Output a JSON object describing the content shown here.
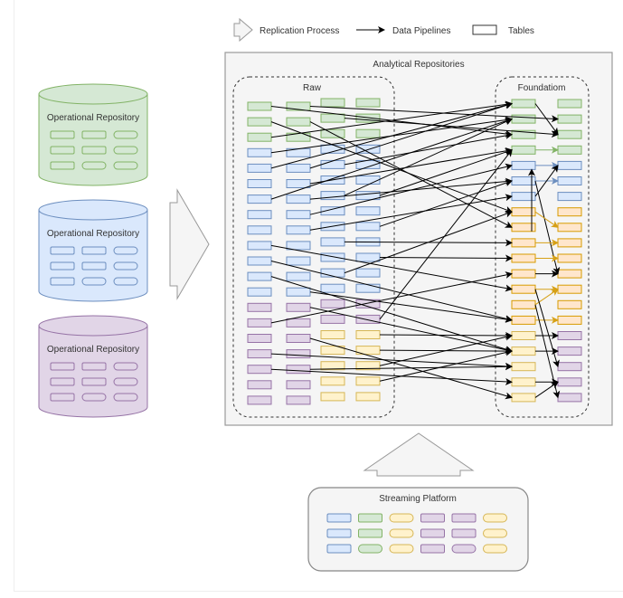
{
  "legend": {
    "replication_label": "Replication Process",
    "pipelines_label": "Data Pipelines",
    "tables_label": "Tables"
  },
  "colors": {
    "green_fill": "#d5e8d4",
    "green_stroke": "#82b366",
    "blue_fill": "#dae8fc",
    "blue_stroke": "#6c8ebf",
    "purple_fill": "#e1d5e7",
    "purple_stroke": "#9673a6",
    "yellow_fill": "#fff2cc",
    "yellow_stroke": "#d6b656",
    "orange_fill": "#ffe6cc",
    "orange_stroke": "#d79b00",
    "arrow_dark": "#000000",
    "arrow_orange": "#d6a016",
    "arrow_blue": "#6c8ebf",
    "arrow_green": "#82b366"
  },
  "operational_repositories": [
    {
      "label": "Operational Repository",
      "color": "green"
    },
    {
      "label": "Operational Repository",
      "color": "blue"
    },
    {
      "label": "Operational Repository",
      "color": "purple"
    }
  ],
  "analytical": {
    "title": "Analytical Repositories",
    "raw": {
      "title": "Raw",
      "columns": [
        [
          "green",
          "green",
          "green",
          "blue",
          "blue",
          "blue",
          "blue",
          "blue",
          "blue",
          "blue",
          "blue",
          "blue",
          "blue",
          "purple",
          "purple",
          "purple",
          "purple",
          "purple",
          "purple",
          "purple"
        ],
        [
          "green",
          "green",
          "green",
          "blue",
          "blue",
          "blue",
          "blue",
          "blue",
          "blue",
          "blue",
          "blue",
          "blue",
          "blue",
          "purple",
          "purple",
          "purple",
          "purple",
          "purple",
          "purple",
          "purple"
        ],
        [
          "green",
          "green",
          "green",
          "blue",
          "blue",
          "blue",
          "blue",
          "blue",
          "blue",
          "blue",
          "blue",
          "blue",
          "blue",
          "purple",
          "purple",
          "yellow",
          "yellow",
          "yellow",
          "yellow",
          "yellow"
        ],
        [
          "green",
          "green",
          "green",
          "blue",
          "blue",
          "blue",
          "blue",
          "blue",
          "blue",
          "blue",
          "blue",
          "blue",
          "blue",
          "purple",
          "purple",
          "yellow",
          "yellow",
          "yellow",
          "yellow",
          "yellow"
        ]
      ]
    },
    "foundation": {
      "title": "Foundatiom",
      "columns": [
        [
          "green",
          "green",
          "green",
          "green",
          "blue",
          "blue",
          "blue",
          "orange",
          "orange",
          "orange",
          "orange",
          "orange",
          "orange",
          "orange",
          "orange",
          "yellow",
          "yellow",
          "yellow",
          "yellow",
          "yellow"
        ],
        [
          "green",
          "green",
          "green",
          "green",
          "blue",
          "blue",
          "blue",
          "orange",
          "orange",
          "orange",
          "orange",
          "orange",
          "orange",
          "orange",
          "orange",
          "purple",
          "purple",
          "purple",
          "purple",
          "purple"
        ]
      ]
    },
    "pipelines": [
      {
        "from": [
          "raw",
          0,
          0
        ],
        "to": [
          "fnd",
          0,
          2
        ]
      },
      {
        "from": [
          "raw",
          0,
          1
        ],
        "to": [
          "fnd",
          0,
          7
        ]
      },
      {
        "from": [
          "raw",
          0,
          2
        ],
        "to": [
          "fnd",
          0,
          0
        ]
      },
      {
        "from": [
          "raw",
          0,
          3
        ],
        "to": [
          "fnd",
          0,
          1
        ]
      },
      {
        "from": [
          "raw",
          0,
          4
        ],
        "to": [
          "fnd",
          0,
          0
        ]
      },
      {
        "from": [
          "raw",
          0,
          6
        ],
        "to": [
          "fnd",
          0,
          1
        ]
      },
      {
        "from": [
          "raw",
          0,
          9
        ],
        "to": [
          "fnd",
          0,
          12
        ]
      },
      {
        "from": [
          "raw",
          0,
          10
        ],
        "to": [
          "fnd",
          0,
          14
        ]
      },
      {
        "from": [
          "raw",
          0,
          11
        ],
        "to": [
          "fnd",
          0,
          16
        ]
      },
      {
        "from": [
          "raw",
          0,
          14
        ],
        "to": [
          "fnd",
          0,
          11
        ]
      },
      {
        "from": [
          "raw",
          0,
          16
        ],
        "to": [
          "fnd",
          0,
          17
        ]
      },
      {
        "from": [
          "raw",
          0,
          17
        ],
        "to": [
          "fnd",
          0,
          18
        ]
      },
      {
        "from": [
          "raw",
          1,
          0
        ],
        "to": [
          "fnd",
          1,
          1
        ]
      },
      {
        "from": [
          "raw",
          1,
          1
        ],
        "to": [
          "fnd",
          0,
          8
        ]
      },
      {
        "from": [
          "raw",
          1,
          4
        ],
        "to": [
          "fnd",
          0,
          0
        ]
      },
      {
        "from": [
          "raw",
          1,
          5
        ],
        "to": [
          "fnd",
          0,
          3
        ]
      },
      {
        "from": [
          "raw",
          1,
          6
        ],
        "to": [
          "fnd",
          0,
          5
        ]
      },
      {
        "from": [
          "raw",
          1,
          7
        ],
        "to": [
          "fnd",
          0,
          4
        ]
      },
      {
        "from": [
          "raw",
          1,
          8
        ],
        "to": [
          "fnd",
          0,
          6
        ]
      },
      {
        "from": [
          "raw",
          1,
          12
        ],
        "to": [
          "fnd",
          0,
          14
        ]
      },
      {
        "from": [
          "raw",
          1,
          13
        ],
        "to": [
          "fnd",
          0,
          16
        ]
      },
      {
        "from": [
          "raw",
          1,
          15
        ],
        "to": [
          "fnd",
          0,
          19
        ]
      },
      {
        "from": [
          "raw",
          1,
          17
        ],
        "to": [
          "fnd",
          0,
          17
        ]
      },
      {
        "from": [
          "raw",
          2,
          1
        ],
        "to": [
          "fnd",
          1,
          2
        ]
      },
      {
        "from": [
          "raw",
          2,
          4
        ],
        "to": [
          "fnd",
          0,
          2
        ]
      },
      {
        "from": [
          "raw",
          2,
          6
        ],
        "to": [
          "fnd",
          0,
          1
        ]
      },
      {
        "from": [
          "raw",
          2,
          9
        ],
        "to": [
          "fnd",
          0,
          9
        ]
      },
      {
        "from": [
          "raw",
          2,
          11
        ],
        "to": [
          "fnd",
          0,
          7
        ]
      },
      {
        "from": [
          "raw",
          3,
          6
        ],
        "to": [
          "fnd",
          0,
          3
        ]
      },
      {
        "from": [
          "raw",
          3,
          8
        ],
        "to": [
          "fnd",
          0,
          5
        ]
      },
      {
        "from": [
          "raw",
          3,
          10
        ],
        "to": [
          "fnd",
          0,
          10
        ]
      },
      {
        "from": [
          "raw",
          3,
          14
        ],
        "to": [
          "fnd",
          0,
          3
        ]
      },
      {
        "from": [
          "raw",
          3,
          15
        ],
        "to": [
          "fnd",
          0,
          15
        ]
      },
      {
        "from": [
          "raw",
          3,
          16
        ],
        "to": [
          "fnd",
          0,
          16
        ]
      },
      {
        "from": [
          "raw",
          3,
          17
        ],
        "to": [
          "fnd",
          0,
          15
        ]
      },
      {
        "from": [
          "raw",
          3,
          18
        ],
        "to": [
          "fnd",
          0,
          16
        ]
      },
      {
        "from": [
          "fnd",
          0,
          0
        ],
        "to": [
          "fnd",
          1,
          2
        ]
      },
      {
        "from": [
          "fnd",
          0,
          3
        ],
        "to": [
          "fnd",
          1,
          3
        ],
        "color": "green"
      },
      {
        "from": [
          "fnd",
          0,
          4
        ],
        "to": [
          "fnd",
          1,
          4
        ],
        "color": "blue"
      },
      {
        "from": [
          "fnd",
          0,
          5
        ],
        "to": [
          "fnd",
          1,
          5
        ],
        "color": "blue"
      },
      {
        "from": [
          "fnd",
          0,
          6
        ],
        "to": [
          "fnd",
          1,
          4
        ]
      },
      {
        "from": [
          "fnd",
          0,
          5
        ],
        "to": [
          "fnd",
          1,
          11
        ]
      },
      {
        "from": [
          "fnd",
          0,
          7
        ],
        "to": [
          "fnd",
          1,
          8
        ],
        "color": "orange"
      },
      {
        "from": [
          "fnd",
          0,
          9
        ],
        "to": [
          "fnd",
          1,
          9
        ],
        "color": "orange"
      },
      {
        "from": [
          "fnd",
          0,
          10
        ],
        "to": [
          "fnd",
          1,
          10
        ],
        "color": "orange"
      },
      {
        "from": [
          "fnd",
          0,
          11
        ],
        "to": [
          "fnd",
          1,
          11
        ]
      },
      {
        "from": [
          "fnd",
          0,
          12
        ],
        "to": [
          "fnd",
          1,
          12
        ],
        "color": "orange"
      },
      {
        "from": [
          "fnd",
          0,
          13
        ],
        "to": [
          "fnd",
          1,
          12
        ],
        "color": "orange"
      },
      {
        "from": [
          "fnd",
          0,
          14
        ],
        "to": [
          "fnd",
          1,
          14
        ],
        "color": "orange"
      },
      {
        "from": [
          "fnd",
          0,
          12
        ],
        "to": [
          "fnd",
          1,
          17
        ]
      },
      {
        "from": [
          "fnd",
          0,
          15
        ],
        "to": [
          "fnd",
          1,
          15
        ]
      },
      {
        "from": [
          "fnd",
          0,
          16
        ],
        "to": [
          "fnd",
          1,
          16
        ]
      },
      {
        "from": [
          "fnd",
          0,
          18
        ],
        "to": [
          "fnd",
          1,
          18
        ]
      },
      {
        "from": [
          "fnd",
          0,
          19
        ],
        "to": [
          "fnd",
          1,
          18
        ]
      },
      {
        "from": [
          "fnd",
          0,
          13
        ],
        "to": [
          "fnd",
          1,
          19
        ]
      },
      {
        "from": [
          "fnd",
          0,
          8
        ],
        "to": [
          "fnd",
          0,
          4
        ]
      }
    ]
  },
  "streaming": {
    "title": "Streaming Platform",
    "columns": [
      {
        "color": "blue",
        "shapes": [
          "rect",
          "rect",
          "rect"
        ]
      },
      {
        "color": "green",
        "shapes": [
          "rect",
          "rect",
          "pill"
        ]
      },
      {
        "color": "yellow",
        "shapes": [
          "pill",
          "pill",
          "pill"
        ]
      },
      {
        "color": "purple",
        "shapes": [
          "rect",
          "rect",
          "rect"
        ]
      },
      {
        "color": "purple",
        "shapes": [
          "rect",
          "rect",
          "pill"
        ]
      },
      {
        "color": "yellow",
        "shapes": [
          "pill",
          "pill",
          "pill"
        ]
      }
    ]
  }
}
